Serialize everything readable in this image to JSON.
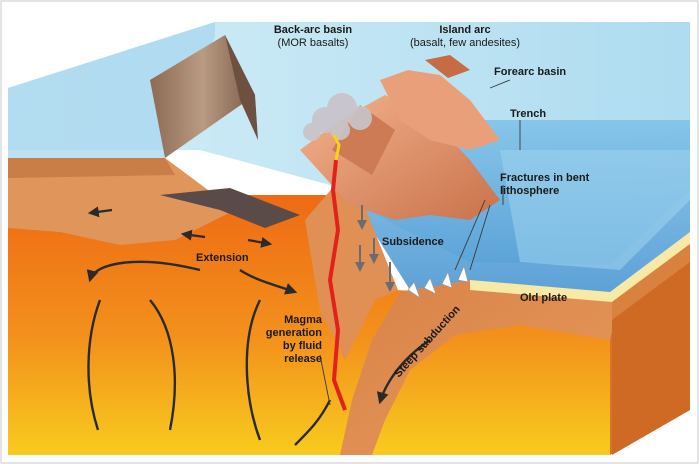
{
  "labels": {
    "back_arc_basin": "Back-arc basin",
    "back_arc_basin_sub": "(MOR basalts)",
    "island_arc": "Island arc",
    "island_arc_sub": "(basalt, few andesites)",
    "forearc_basin": "Forearc basin",
    "trench": "Trench",
    "fractures_line1": "Fractures in bent",
    "fractures_line2": "lithosphere",
    "subsidence": "Subsidence",
    "extension": "Extension",
    "old_plate": "Old plate",
    "magma_line1": "Magma",
    "magma_line2": "generation",
    "magma_line3": "by fluid",
    "magma_line4": "release",
    "steep_subduction": "Steep subduction"
  },
  "colors": {
    "ocean_top": "#bfe3f2",
    "ocean_front": "#4f9fd6",
    "crust": "#d98e55",
    "mantle": "#f07b1a",
    "mantle_hot": "#f6c21c",
    "volcano": "#d98a5e",
    "magma": "#e2221a",
    "arrow": "#2a2a2a"
  }
}
